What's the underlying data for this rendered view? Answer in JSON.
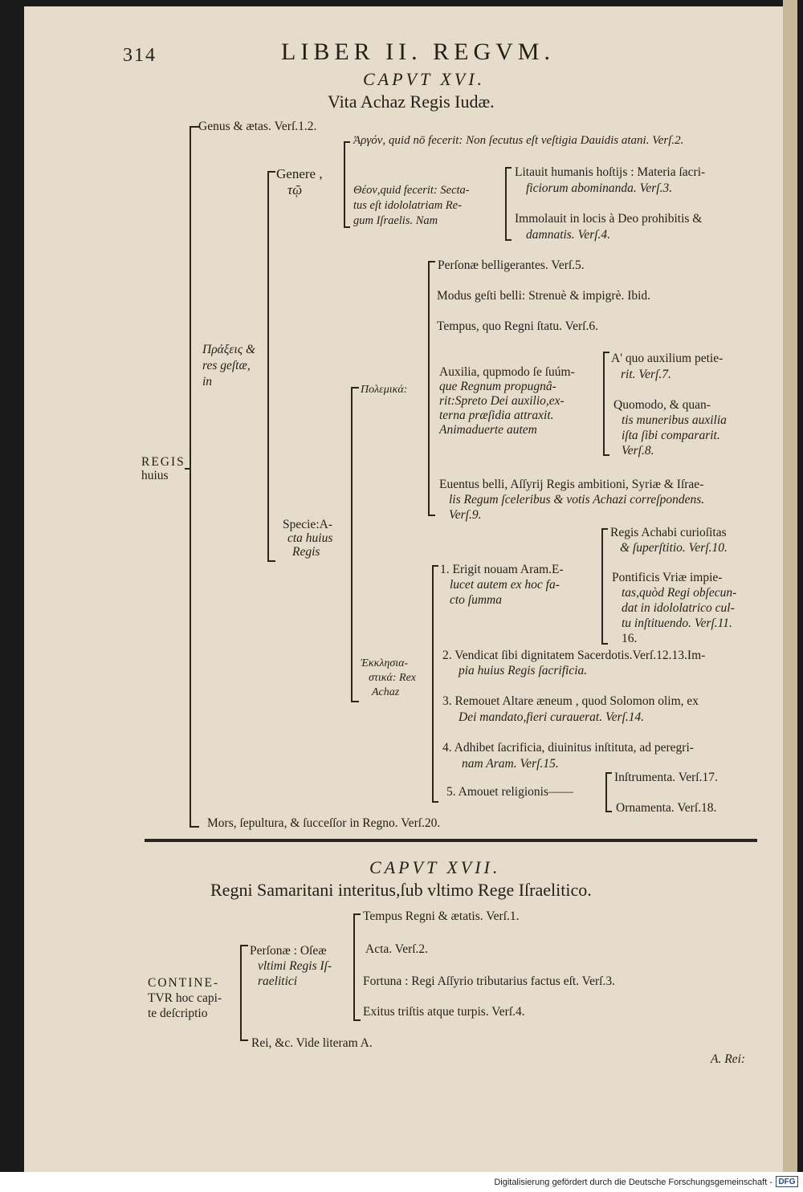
{
  "page": {
    "number": "314",
    "running_head": "LIBER II. REGVM.",
    "footer_credit": "Digitalisierung gefördert durch die Deutsche Forschungsgemeinschaft -",
    "footer_logo": "DFG"
  },
  "chapter16": {
    "heading": "CAPVT XVI.",
    "title": "Vita Achaz Regis Iudæ.",
    "root": [
      "REGIS",
      "huius"
    ],
    "genus": "Genus & ætas. Verſ.1.2.",
    "mors": "Mors, ſepultura, & ſucceſſor in Regno. Verſ.20.",
    "praxeis": [
      "Πράξεις &",
      "res geſtæ,",
      "in"
    ],
    "genere": [
      "Genere ,",
      "τῷ"
    ],
    "argon": "Ἀργόν, quid nō fecerit: Non ſecutus eſt veſtigia Dauidis atani. Verſ.2.",
    "ergon": [
      "Θέον,quid fecerit: Secta-",
      "tus eſt idololatriam Re-",
      "gum Iſraelis. Nam"
    ],
    "litauit": [
      "Litauit humanis hoſtijs : Materia ſacri-",
      "ficiorum abominanda. Verſ.3."
    ],
    "immolauit": [
      "Immolauit in locis à Deo prohibitis &",
      "damnatis. Verſ.4."
    ],
    "specie": [
      "Specie:A-",
      "cta huius",
      "Regis"
    ],
    "polemika": "Πολεμικά:",
    "personae": "Perſonæ belligerantes. Verſ.5.",
    "modus": "Modus geſti belli: Strenuè & impigrè. Ibid.",
    "tempus": "Tempus, quo Regni ſtatu. Verſ.6.",
    "auxilia": [
      "Auxilia, qupmodo ſe ſuúm-",
      "que Regnum propugnâ-",
      "rit:Spreto Dei auxilio,ex-",
      "terna præſidia attraxit.",
      "Animaduerte autem"
    ],
    "a_quo": [
      "A' quo auxilium petie-",
      "rit. Verſ.7."
    ],
    "quomodo": [
      "Quomodo, & quan-",
      "tis muneribus auxilia",
      "iſta ſibi compararit.",
      "Verſ.8."
    ],
    "euentus": [
      "Euentus belli, Aſſyrij Regis ambitioni, Syriæ & Iſrae-",
      "lis Regum ſceleribus & votis Achazi correſpondens.",
      "Verſ.9."
    ],
    "ekklesiastika": [
      "Ἐκκλησια-",
      "στικά: Rex",
      "Achaz"
    ],
    "erigit": [
      "1. Erigit nouam Aram.E-",
      "lucet autem ex hoc fa-",
      "cto ſumma"
    ],
    "regis_achabi": [
      "Regis Achabi curioſitas",
      "& ſuperſtitio. Verſ.10."
    ],
    "pontificis": [
      "Pontificis Vriæ impie-",
      "tas,quòd Regi obſecun-",
      "dat in idololatrico cul-",
      "tu inſtituendo. Verſ.11.",
      "16."
    ],
    "vendicat": [
      "2. Vendicat ſibi dignitatem Sacerdotis.Verſ.12.13.Im-",
      "pia huius Regis ſacrificia."
    ],
    "remouet": [
      "3. Remouet Altare æneum , quod Solomon olim, ex",
      "Dei mandato,fieri curauerat. Verſ.14."
    ],
    "adhibet": [
      "4. Adhibet ſacrificia, diuinitus inſtituta, ad peregri-",
      "nam Aram. Verſ.15."
    ],
    "amouet": "5. Amouet religionis——",
    "instrumenta": "Inſtrumenta. Verſ.17.",
    "ornamenta": "Ornamenta. Verſ.18."
  },
  "chapter17": {
    "heading": "CAPVT XVII.",
    "title": "Regni Samaritani interitus,ſub vltimo Rege Iſraelitico.",
    "root": [
      "CONTINE-",
      "TVR hoc capi-",
      "te deſcriptio"
    ],
    "personae": [
      "Perſonæ : Oſeæ",
      "vltimi Regis Iſ-",
      "raelitici"
    ],
    "tempus": "Tempus Regni & ætatis. Verſ.1.",
    "acta": "Acta. Verſ.2.",
    "fortuna": "Fortuna : Regi Aſſyrio tributarius factus eſt. Verſ.3.",
    "exitus": "Exitus triſtis atque turpis. Verſ.4.",
    "rei": "Rei, &c. Vide literam A.",
    "catchword": "A. Rei:"
  }
}
